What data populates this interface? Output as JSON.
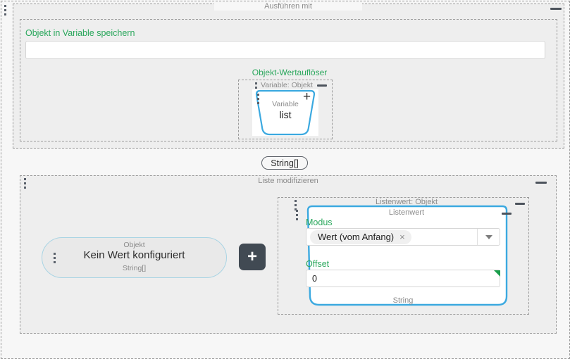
{
  "window": {
    "minimize_icon": "minimize-icon",
    "grip_icon": "drag-grip-icon"
  },
  "exec_group": {
    "title": "Ausführen mit",
    "minimize_icon": "minimize-icon",
    "store_field": {
      "label": "Objekt in Variable speichern",
      "value": "",
      "placeholder": ""
    },
    "resolver": {
      "title": "Objekt-Wertauflöser",
      "node": {
        "header": "Variable: Objekt",
        "minimize_icon": "minimize-icon",
        "add_icon": "+",
        "kind": "Variable",
        "value": "list",
        "grip_icon": "drag-grip-icon"
      }
    }
  },
  "type_pill": {
    "label": "String[]"
  },
  "modify_group": {
    "title": "Liste modifizieren",
    "minimize_icon": "minimize-icon",
    "object_node": {
      "kind": "Objekt",
      "value": "Kein Wert konfiguriert",
      "type": "String[]",
      "grip_icon": "drag-grip-icon"
    },
    "add_button": {
      "label": "+",
      "icon": "plus-icon"
    },
    "list_value_panel": {
      "header": "Listenwert: Objekt",
      "minimize_icon": "minimize-icon",
      "grip_icon": "drag-grip-icon",
      "inner_header": "Listenwert",
      "inner_minimize_icon": "minimize-icon",
      "inner_grip_icon": "drag-grip-icon",
      "mode": {
        "label": "Modus",
        "selected": "Wert (vom Anfang)",
        "remove_icon": "×",
        "dropdown_icon": "chevron-down-icon"
      },
      "offset": {
        "label": "Offset",
        "value": "0"
      },
      "footer_type": "String"
    }
  },
  "colors": {
    "accent_green": "#2aa75c",
    "node_blue": "#3ba9e0",
    "object_node_border": "#a9d4e4",
    "dark_button": "#414a53",
    "muted_text": "#8b8b8b",
    "connector": "#3d444d",
    "green_marker": "#1a9e4b"
  }
}
